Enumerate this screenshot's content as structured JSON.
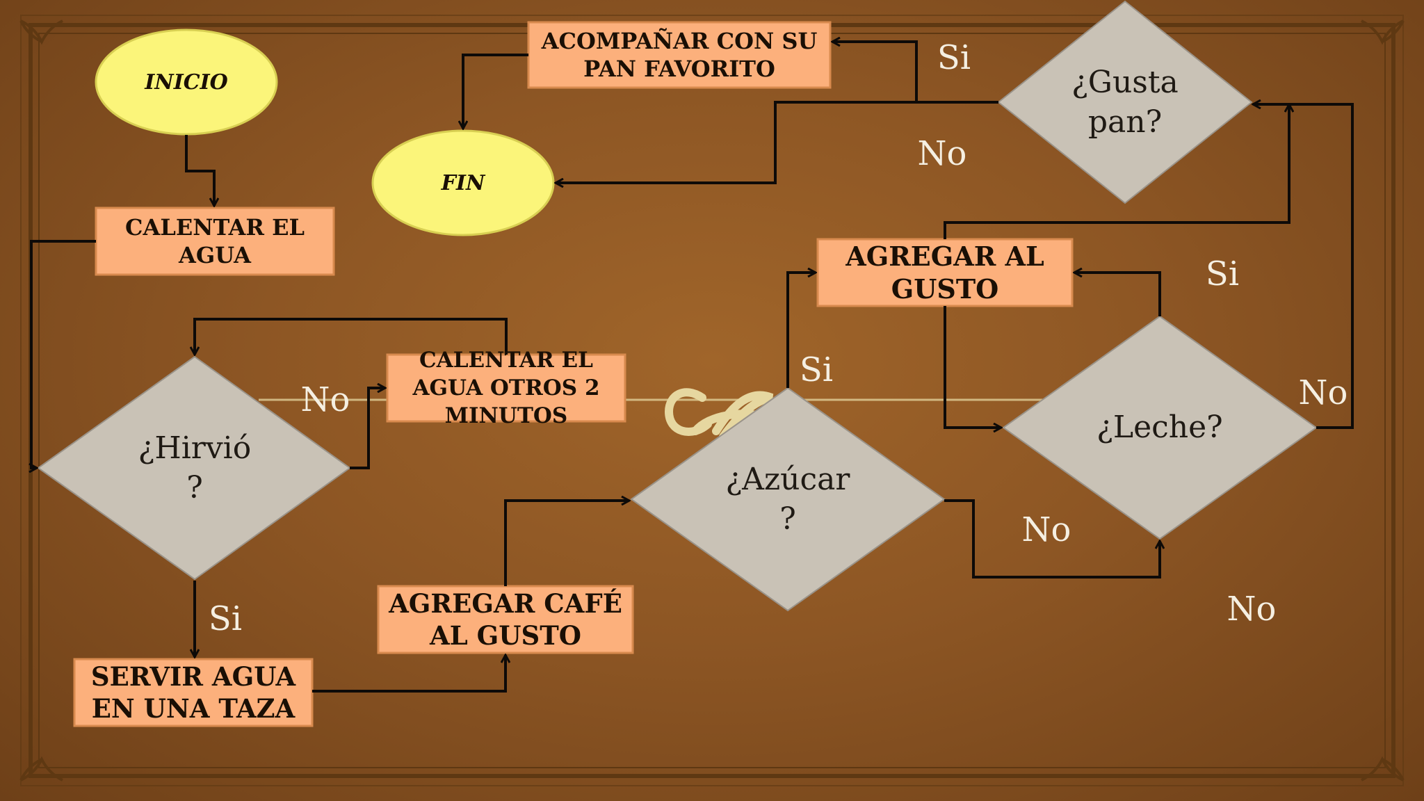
{
  "colors": {
    "process_fill": "#fcb07c",
    "process_stroke": "#d88a4e",
    "terminal_fill": "#fbf57a",
    "terminal_stroke": "#d8cf52",
    "decision_fill": "#c9c2b6",
    "connector": "#0d0a08",
    "label_text": "#f5efe2",
    "background": "#8d5624",
    "frame": "#5e3812",
    "ornament": "#e6d7a0"
  },
  "diagram": {
    "terminals": {
      "start": "INICIO",
      "end": "FIN"
    },
    "processes": {
      "heat_water": "CALENTAR EL\nAGUA",
      "heat_more": "CALENTAR EL\nAGUA OTROS 2\nMINUTOS",
      "serve_water": "SERVIR AGUA\nEN UNA TAZA",
      "add_coffee": "AGREGAR CAFÉ\nAL GUSTO",
      "add_to_taste": "AGREGAR AL\nGUSTO",
      "add_bread": "ACOMPAÑAR CON SU\nPAN FAVORITO"
    },
    "decisions": {
      "boiled": "¿Hirvió\n?",
      "sugar": "¿Azúcar\n?",
      "milk": "¿Leche?",
      "bread": "¿Gusta\npan?"
    },
    "edge_labels": {
      "boiled_no": "No",
      "boiled_yes": "Si",
      "sugar_yes": "Si",
      "sugar_no": "No",
      "milk_yes": "Si",
      "milk_no": "No",
      "milk_no_lower": "No",
      "bread_yes": "Si",
      "bread_no": "No"
    }
  }
}
